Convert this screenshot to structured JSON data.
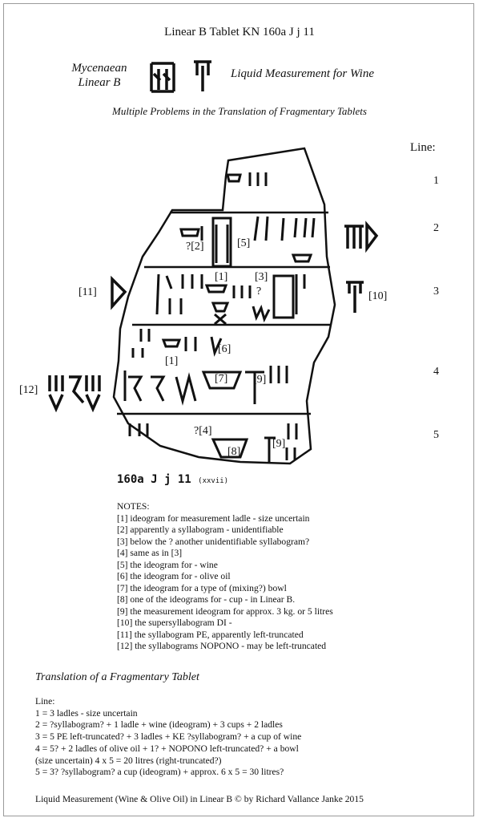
{
  "header": {
    "title": "Linear B Tablet KN 160a J j 11",
    "mycenaean_line1": "Mycenaean",
    "mycenaean_line2": "Linear B",
    "liquid_measure": "Liquid Measurement for Wine",
    "subtitle": "Multiple Problems in the Translation of Fragmentary Tablets"
  },
  "line_column": {
    "header": "Line:",
    "numbers": [
      "1",
      "2",
      "3",
      "4",
      "5"
    ]
  },
  "tablet": {
    "code": "160a J j 11",
    "code_suffix": "(xxvii)",
    "labels": {
      "l1": "[1]",
      "l1b": "[1]",
      "l2": "?[2]",
      "l3": "[3]",
      "l3q": "?",
      "l4": "?[4]",
      "l5": "[5]",
      "l6": "[6]",
      "l7": "[7]",
      "l8": "[8]",
      "l9a": "[9]",
      "l9b": "[9]",
      "l10": "[10]",
      "l11": "[11]",
      "l12": "[12]"
    }
  },
  "notes": {
    "heading": "NOTES:",
    "items": [
      "[1] ideogram for measurement ladle - size uncertain",
      "[2] apparently a syllabogram - unidentifiable",
      "[3] below the ? another unidentifiable syllabogram?",
      "[4] same as in [3]",
      "[5] the ideogram for - wine",
      "[6] the ideogram for - olive oil",
      "[7] the ideogram for a type of (mixing?) bowl",
      "[8] one of the ideograms for - cup - in Linear B.",
      "[9] the measurement ideogram for approx. 3 kg. or 5 litres",
      "[10] the supersyllabogram DI -",
      "[11] the syllabogram PE, apparently left-truncated",
      "[12] the syllabograms NOPONO - may be left-truncated"
    ]
  },
  "translation": {
    "title": "Translation of a Fragmentary Tablet",
    "line_label": "Line:",
    "lines": [
      "1 = 3 ladles - size uncertain",
      "2 = ?syllabogram? + 1 ladle + wine (ideogram) + 3 cups + 2 ladles",
      "3 = 5 PE left-truncated? + 3 ladles + KE ?syllabogram? + a cup of wine",
      "4 = 5? + 2 ladles of olive oil + 1? + NOPONO left-truncated? + a bowl",
      "(size uncertain) 4 x 5 = 20 litres (right-truncated?)",
      "5 = 3? ?syllabogram? a cup (ideogram) + approx. 6 x 5 = 30 litres?"
    ]
  },
  "footer": "Liquid Measurement (Wine & Olive Oil) in Linear B © by Richard Vallance Janke 2015"
}
